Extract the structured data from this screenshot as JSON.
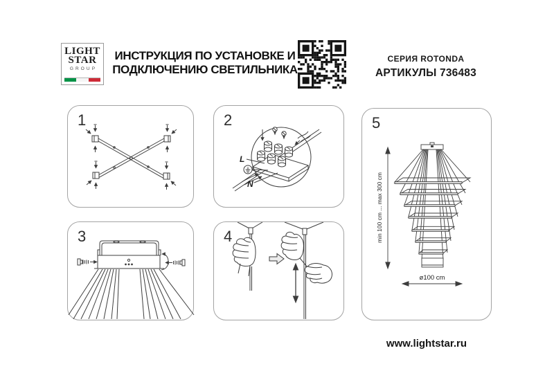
{
  "header": {
    "logo": {
      "word1": "LIGHT",
      "word2": "STAR",
      "word3": "GROUP"
    },
    "title_line1": "ИНСТРУКЦИЯ ПО УСТАНОВКЕ И",
    "title_line2": "ПОДКЛЮЧЕНИЮ СВЕТИЛЬНИКА",
    "series": "СЕРИЯ ROTONDA",
    "articles": "АРТИКУЛЫ 736483"
  },
  "steps": [
    {
      "number": "1"
    },
    {
      "number": "2",
      "terminal_live": "L",
      "terminal_neutral": "N"
    },
    {
      "number": "3"
    },
    {
      "number": "4"
    },
    {
      "number": "5",
      "height_range": "min 100 cm ... max 300 cm",
      "diameter": "ø100 cm"
    }
  ],
  "footer": {
    "website": "www.lightstar.ru"
  },
  "colors": {
    "line_art": "#3d3d3d",
    "panel_border": "#a3a3a3",
    "flag_green": "#009246",
    "flag_white": "#f5f5f5",
    "flag_red": "#ce2b37"
  }
}
